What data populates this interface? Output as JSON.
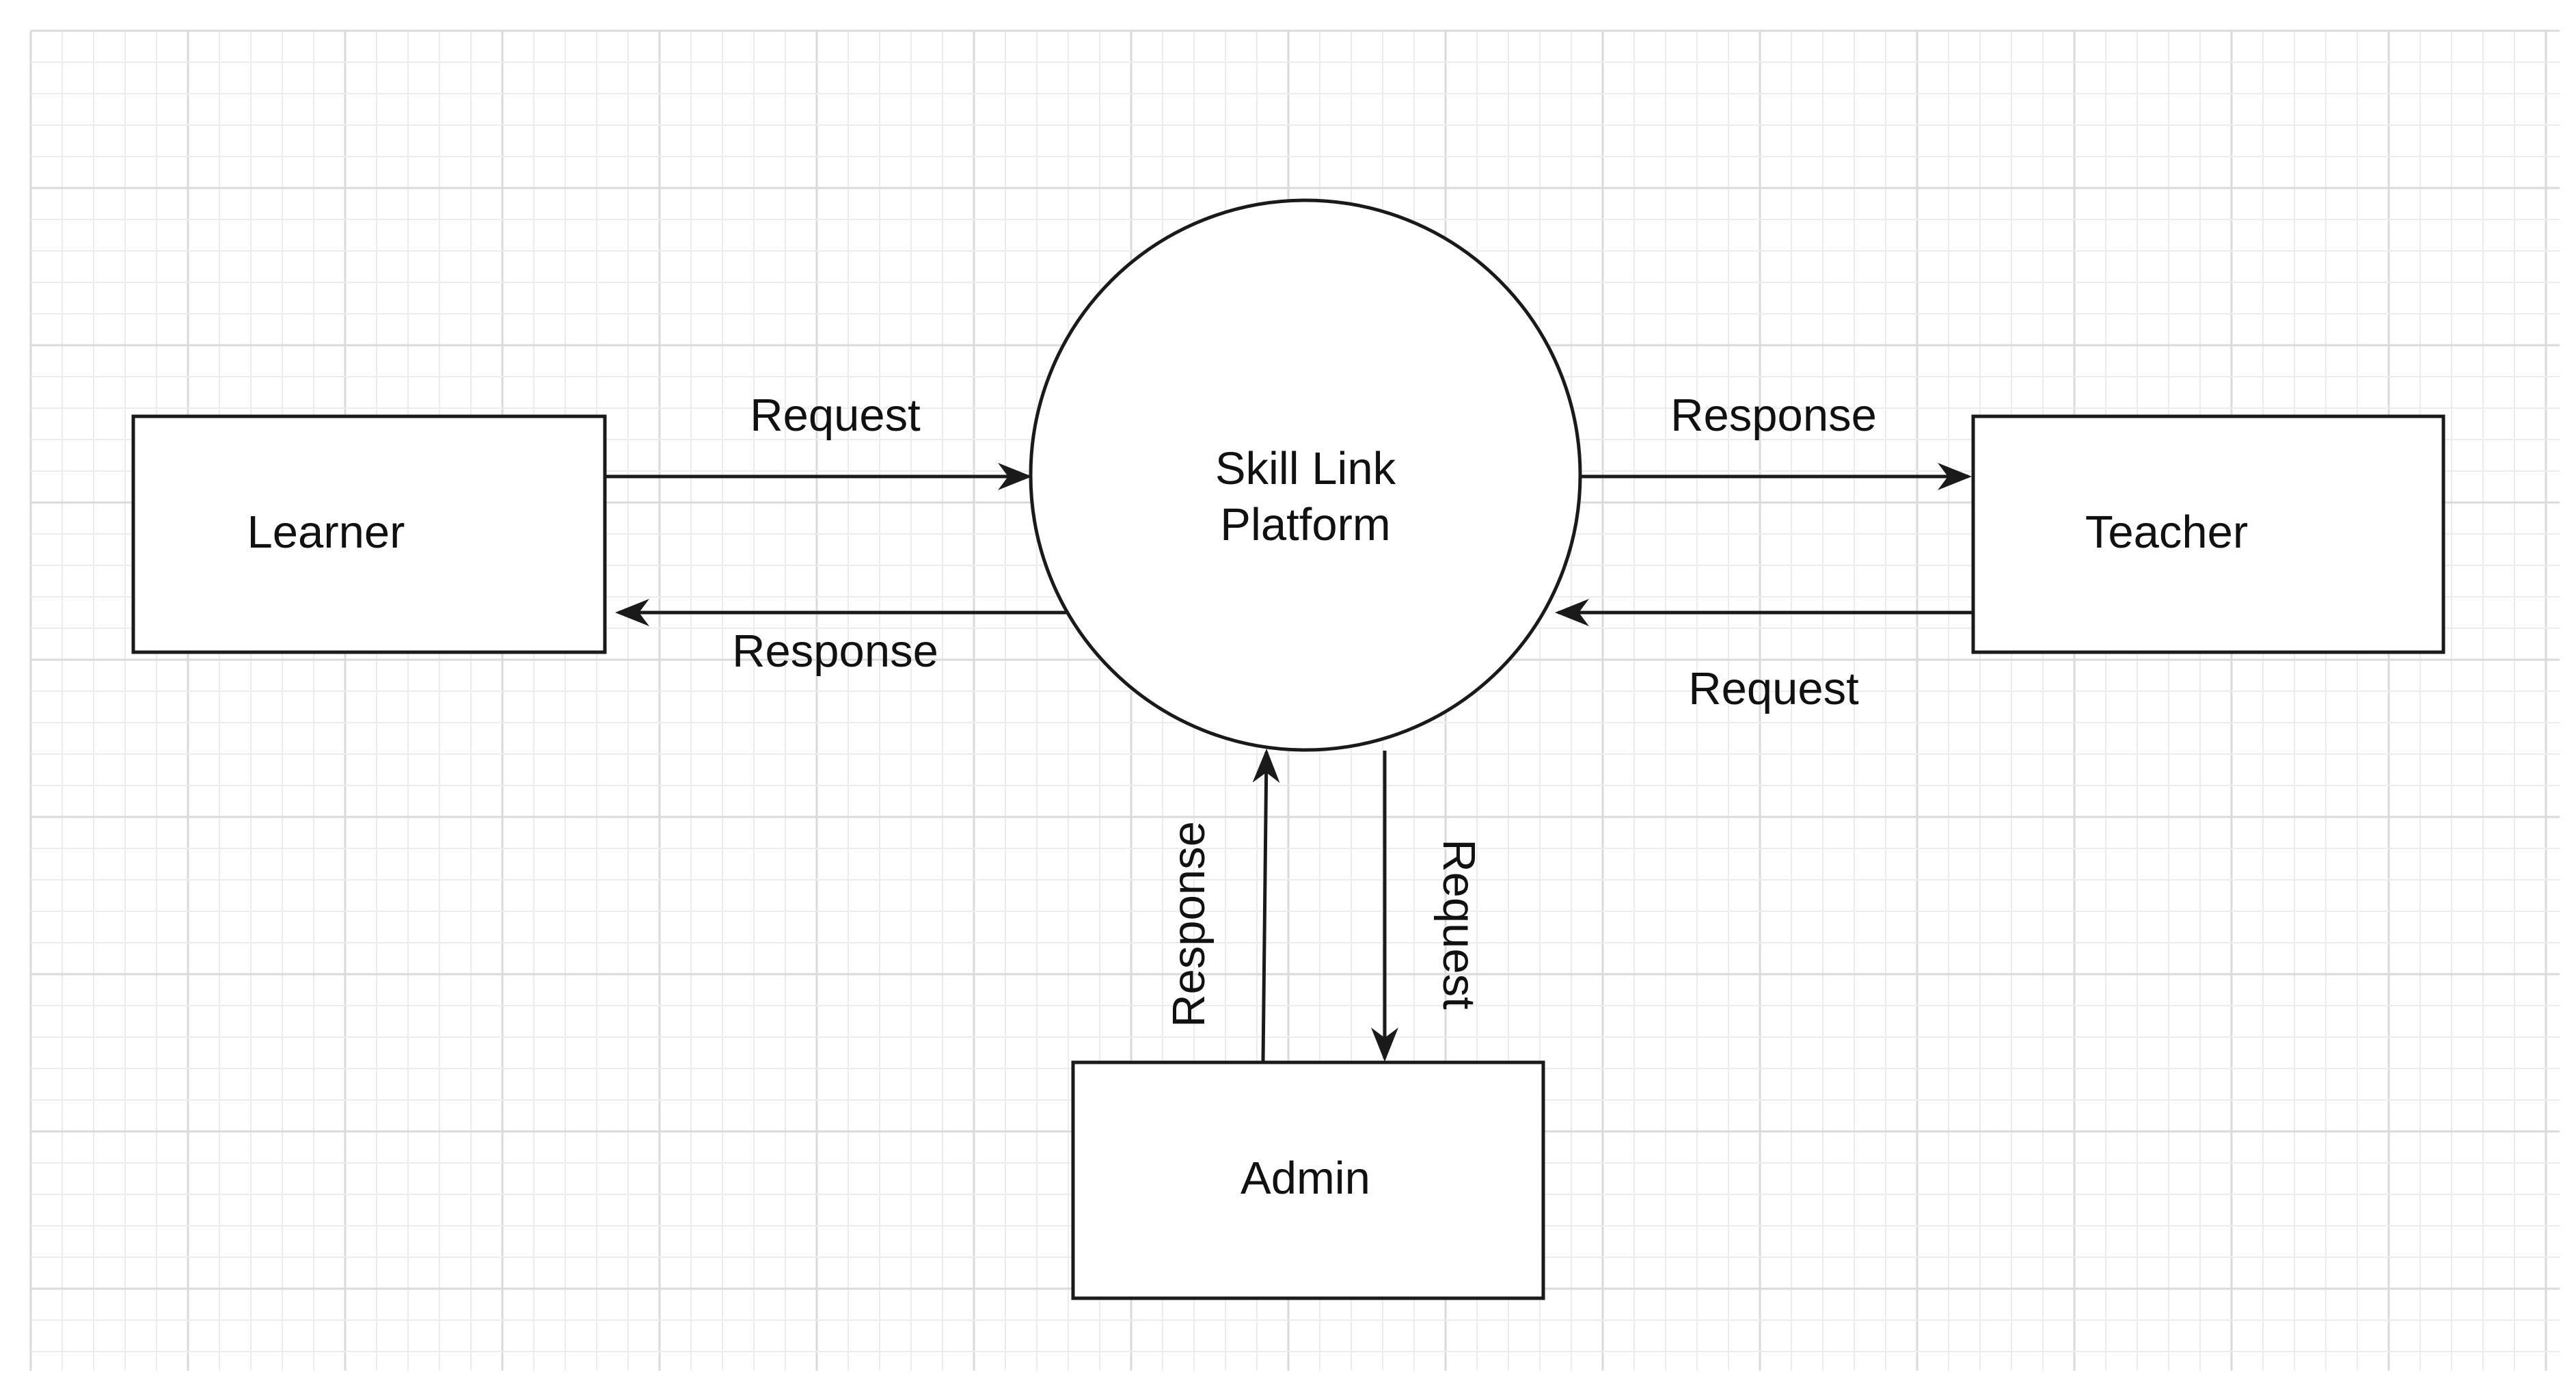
{
  "diagram": {
    "center": {
      "line1": "Skill Link",
      "line2": "Platform"
    },
    "entities": {
      "learner": "Learner",
      "teacher": "Teacher",
      "admin": "Admin"
    },
    "flows": {
      "learner_to_platform": "Request",
      "platform_to_learner": "Response",
      "platform_to_teacher": "Response",
      "teacher_to_platform": "Request",
      "admin_to_platform": "Response",
      "platform_to_admin": "Request"
    }
  }
}
